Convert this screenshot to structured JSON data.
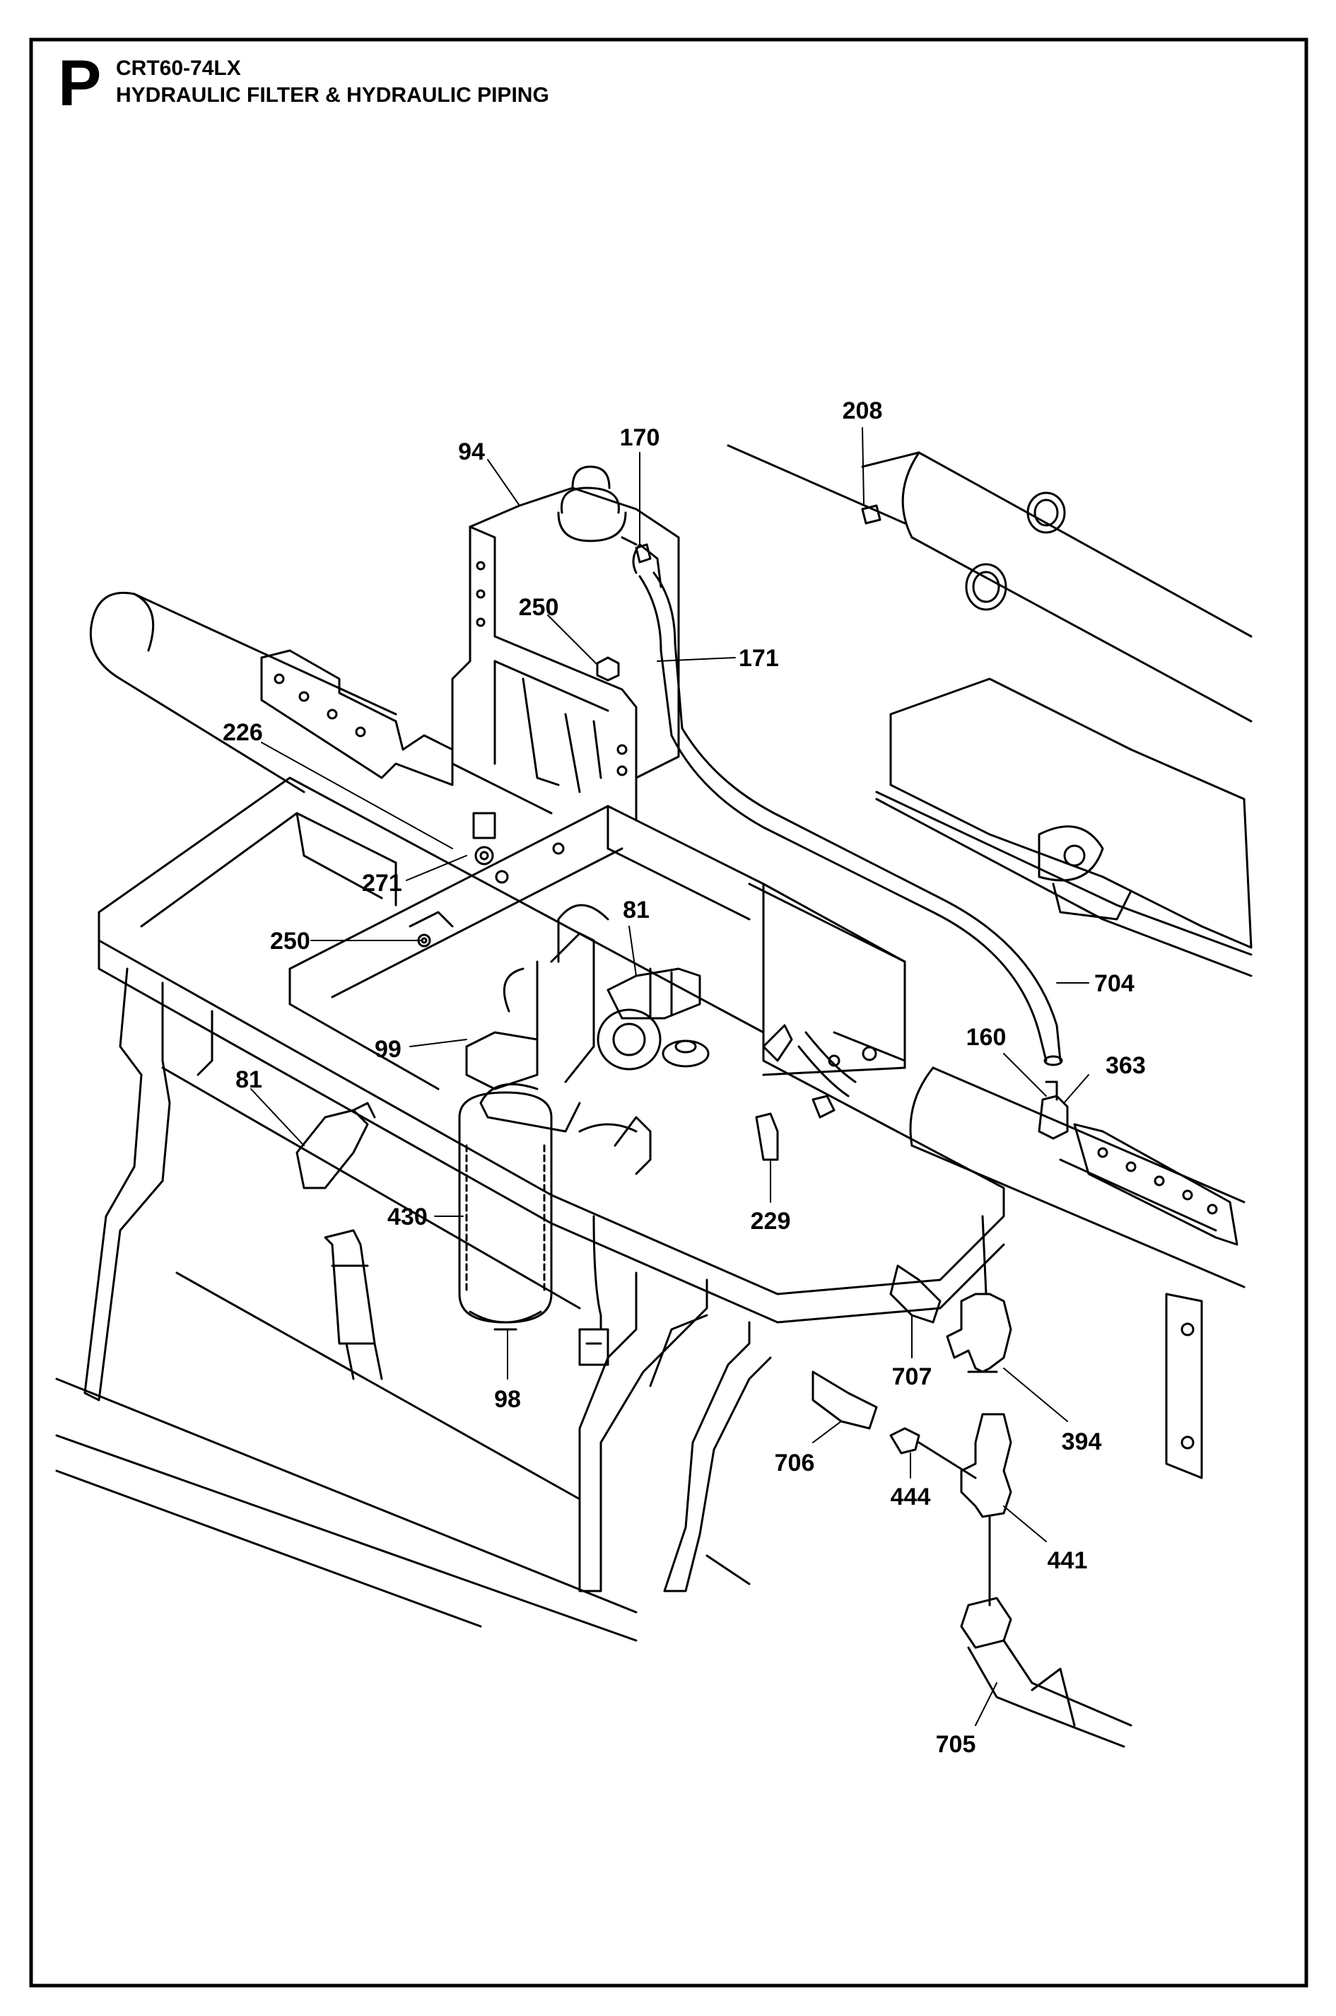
{
  "header": {
    "section_letter": "P",
    "model": "CRT60-74LX",
    "title": "HYDRAULIC FILTER & HYDRAULIC PIPING"
  },
  "callouts": [
    "208",
    "170",
    "94",
    "250",
    "171",
    "226",
    "271",
    "81",
    "250",
    "704",
    "160",
    "363",
    "99",
    "81",
    "430",
    "229",
    "98",
    "707",
    "394",
    "706",
    "444",
    "441",
    "705"
  ],
  "colors": {
    "line": "#000000",
    "background": "#ffffff"
  }
}
